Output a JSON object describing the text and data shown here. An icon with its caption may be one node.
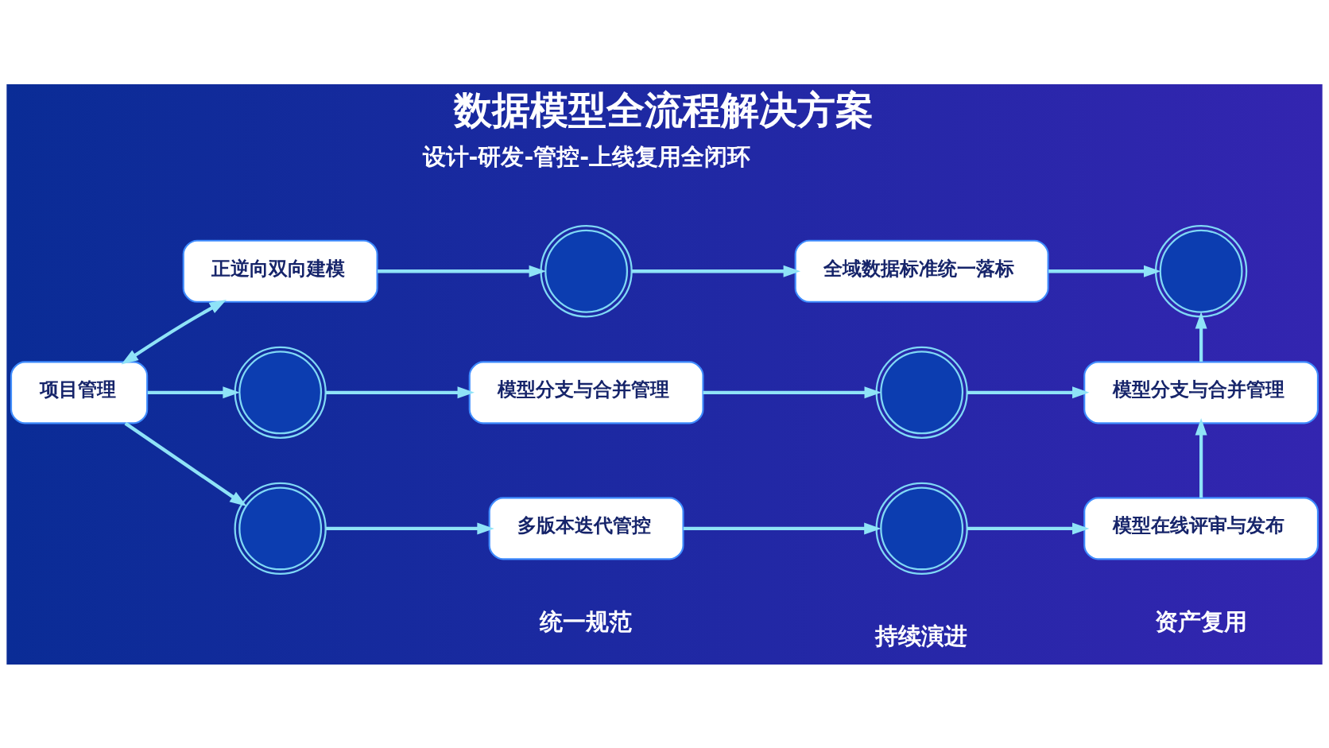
{
  "diagram": {
    "title": "数据模型全流程解决方案",
    "nodes": [
      {
        "text": [
          "项目管理"
        ]
      },
      {
        "text": [
          "正逆向双向建模"
        ]
      },
      {
        "text": [],
        "shape": "circle"
      },
      {
        "text": [
          "全域数据标准统一落标"
        ]
      },
      {
        "text": [],
        "shape": "circle"
      },
      {
        "text": [],
        "shape": "circle"
      },
      {
        "text": [
          "模型分支与合并管理"
        ]
      },
      {
        "text": [],
        "shape": "circle"
      },
      {
        "text": [
          "模型分支与合并管理"
        ]
      },
      {
        "text": [],
        "shape": "circle"
      },
      {
        "text": [
          "多版本迭代管控"
        ]
      },
      {
        "text": [],
        "shape": "circle"
      },
      {
        "text": [
          "模型在线评审与发布"
        ]
      }
    ],
    "edges": [
      {
        "from": 0,
        "to": 1,
        "arrow": "both"
      },
      {
        "from": 0,
        "to": 5,
        "arrow": "to"
      },
      {
        "from": 0,
        "to": 9,
        "arrow": "to"
      },
      {
        "from": 1,
        "to": 2,
        "arrow": "to"
      },
      {
        "from": 2,
        "to": 3,
        "arrow": "to"
      },
      {
        "from": 3,
        "to": 4,
        "arrow": "to"
      },
      {
        "from": 5,
        "to": 6,
        "arrow": "to"
      },
      {
        "from": 6,
        "to": 7,
        "arrow": "to"
      },
      {
        "from": 7,
        "to": 8,
        "arrow": "to"
      },
      {
        "from": 8,
        "to": 4,
        "arrow": "to"
      },
      {
        "from": 9,
        "to": 10,
        "arrow": "to"
      },
      {
        "from": 10,
        "to": 11,
        "arrow": "to"
      },
      {
        "from": 11,
        "to": 12,
        "arrow": "to"
      },
      {
        "from": 12,
        "to": 8,
        "arrow": "to"
      }
    ],
    "labels": [
      "设计-研发-管控-上线复用全闭环",
      "统一规范",
      "持续演进",
      "资产复用"
    ]
  }
}
